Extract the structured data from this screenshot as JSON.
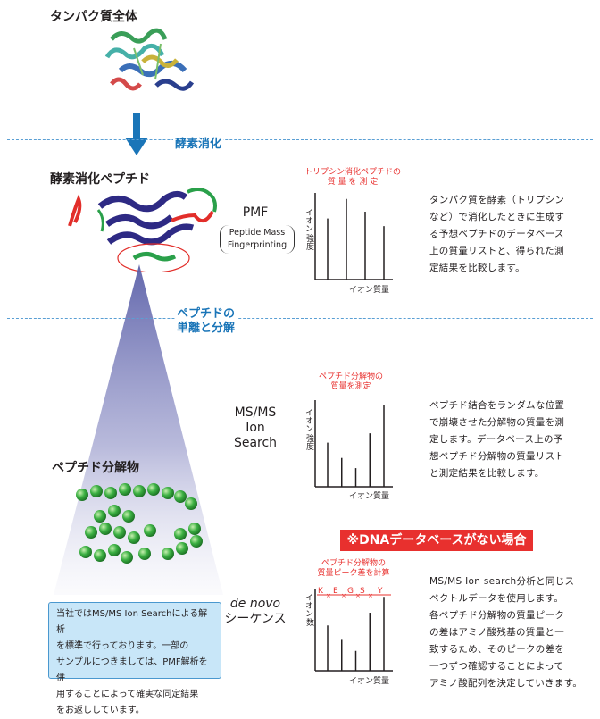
{
  "protein": {
    "title": "タンパク質全体"
  },
  "step1": {
    "label": "酵素消化"
  },
  "digest": {
    "title": "酵素消化ペプチド"
  },
  "pmf": {
    "name": "PMF",
    "full_line1": "Peptide Mass",
    "full_line2": "Fingerprinting",
    "chart_title_line1": "トリプシン消化ペプチドの",
    "chart_title_line2": "質 量 を 測 定",
    "ylabel_line1": "イオン",
    "ylabel_line2": "強度",
    "xlabel": "イオン質量",
    "description": [
      "タンパク質を酵素（トリプシン",
      "など）で消化したときに生成す",
      "る予想ペプチドのデータベース",
      "上の質量リストと、得られた測",
      "定結果を比較します。"
    ]
  },
  "step2": {
    "label_line1": "ペプチドの",
    "label_line2": "単離と分解"
  },
  "msms": {
    "name_line1": "MS/MS",
    "name_line2": "Ion Search",
    "chart_title_line1": "ペプチド分解物の",
    "chart_title_line2": "質量を測定",
    "ylabel_line1": "イオン",
    "ylabel_line2": "強度",
    "xlabel": "イオン質量",
    "description": [
      "ペプチド結合をランダムな位置",
      "で崩壊させた分解物の質量を測",
      "定します。データベース上の予",
      "想ペプチド分解物の質量リスト",
      "と測定結果を比較します。"
    ]
  },
  "fragments": {
    "title": "ペプチド分解物"
  },
  "banner": {
    "text": "※DNAデータベースがない場合"
  },
  "denovo": {
    "name_line1": "de novo",
    "name_line2": "シーケンス",
    "chart_title_line1": "ペプチド分解物の",
    "chart_title_line2": "質量ピーク差を計算",
    "ylabel_line1": "イオン",
    "ylabel_line2": "数",
    "xlabel": "イオン質量",
    "residues": [
      "K",
      "E",
      "G",
      "S",
      "Y"
    ],
    "description": [
      "MS/MS Ion search分析と同じス",
      "ペクトルデータを使用します。",
      "各ペプチド分解物の質量ピーク",
      "の差はアミノ酸残基の質量と一",
      "致するため、そのピークの差を",
      "一つずつ確認することによって",
      "アミノ酸配列を決定していきます。"
    ]
  },
  "note": {
    "lines": [
      "当社ではMS/MS Ion Searchによる解析",
      "を標準で行っております。一部の",
      "サンプルにつきましては、PMF解析を併",
      "用することによって確実な同定結果",
      "をお返ししています。"
    ]
  },
  "chart_data": [
    {
      "type": "bar",
      "title": "トリプシン消化ペプチドの 質 量 を 測 定",
      "xlabel": "イオン質量",
      "ylabel": "イオン 強度",
      "x": [
        1,
        2,
        3,
        4
      ],
      "values": [
        0.72,
        0.95,
        0.8,
        0.63
      ]
    },
    {
      "type": "bar",
      "title": "ペプチド分解物の 質量を測定",
      "xlabel": "イオン質量",
      "ylabel": "イオン 強度",
      "x": [
        1,
        2,
        3,
        4,
        5
      ],
      "values": [
        0.52,
        0.34,
        0.22,
        0.63,
        0.96
      ]
    },
    {
      "type": "bar",
      "title": "ペプチド分解物の 質量ピーク差を計算",
      "xlabel": "イオン質量",
      "ylabel": "イオン 数",
      "x": [
        1,
        2,
        3,
        4,
        5
      ],
      "values": [
        0.57,
        0.4,
        0.25,
        0.73,
        0.93
      ]
    }
  ],
  "colors": {
    "accent_blue": "#1a75b8",
    "red": "#e8302e",
    "navy": "#2e2a84",
    "green": "#2aa04a"
  }
}
